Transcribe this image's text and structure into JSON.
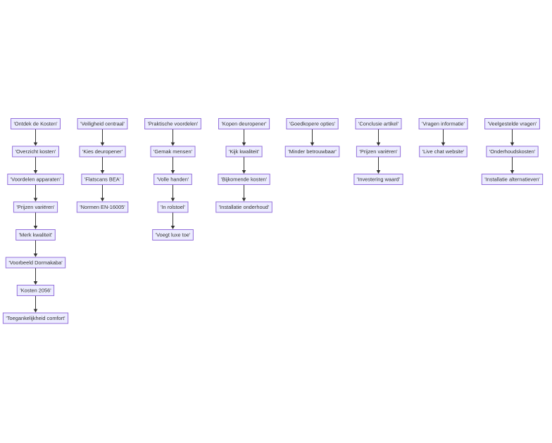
{
  "theme": {
    "node_fill": "#ECECFF",
    "node_stroke": "#9370DB",
    "edge_color": "#333333",
    "text_color": "#333333"
  },
  "columns": [
    {
      "nodes": [
        "'Ontdek de Kosten'",
        "'Overzicht kosten'",
        "'Voordelen apparaten'",
        "'Prijzen variëren'",
        "'Merk kwaliteit'",
        "'Voorbeeld Dormakaba'",
        "'Kosten 2056'",
        "'Toegankelijkheid comfort'"
      ]
    },
    {
      "nodes": [
        "'Veiligheid centraal'",
        "'Kies deuropener'",
        "'Flatscans BEA'",
        "'Normen EN-16005'"
      ]
    },
    {
      "nodes": [
        "'Praktische voordelen'",
        "'Gemak mensen'",
        "'Volle handen'",
        "'In rolstoel'",
        "'Voegt luxe toe'"
      ]
    },
    {
      "nodes": [
        "'Kopen deuropener'",
        "'Kijk kwaliteit'",
        "'Bijkomende kosten'",
        "'Installatie onderhoud'"
      ]
    },
    {
      "nodes": [
        "'Goedkopere opties'",
        "'Minder betrouwbaar'"
      ]
    },
    {
      "nodes": [
        "'Conclusie artikel'",
        "'Prijzen variëren'",
        "'Investering waard'"
      ]
    },
    {
      "nodes": [
        "'Vragen informatie'",
        "'Live chat website'"
      ]
    },
    {
      "nodes": [
        "'Veelgestelde vragen'",
        "'Onderhoudskosten'",
        "'Installatie alternatieven'"
      ]
    }
  ]
}
